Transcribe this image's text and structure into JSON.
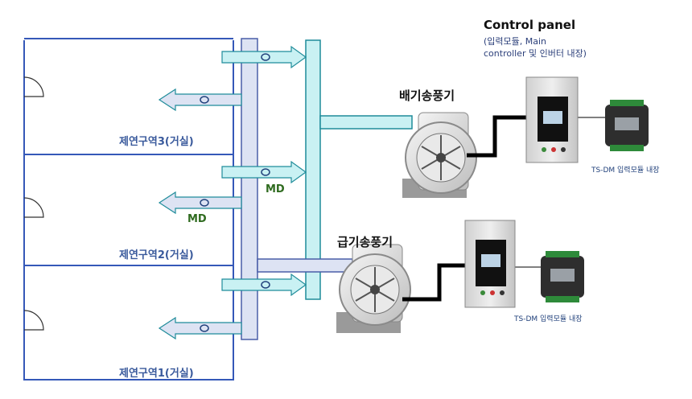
{
  "zones": [
    {
      "label": "제연구역3(거실)"
    },
    {
      "label": "제연구역2(거실)"
    },
    {
      "label": "제연구역1(거실)"
    }
  ],
  "md_labels": [
    "MD",
    "MD"
  ],
  "exhaust_fan": {
    "label": "배기송풍기"
  },
  "supply_fan": {
    "label": "급기송풍기"
  },
  "control_panel": {
    "title": "Control panel",
    "subtitle_line1": "(입력모듈, Main",
    "subtitle_line2": "controller 및 인버터 내장)"
  },
  "input_module": {
    "caption_upper": "TS-DM 입력모듈 내장",
    "caption_lower": "TS-DM 입력모듈 내장"
  },
  "colors": {
    "zone_outline": "#3558b8",
    "duct_vertical_fill": "#dde3f3",
    "duct_vertical_stroke": "#4a5ea8",
    "trunk_fill": "#c9f1f3",
    "trunk_stroke": "#1f8c9a",
    "zone_label": "#3a5a9c",
    "md_label": "#2f6b1f"
  }
}
